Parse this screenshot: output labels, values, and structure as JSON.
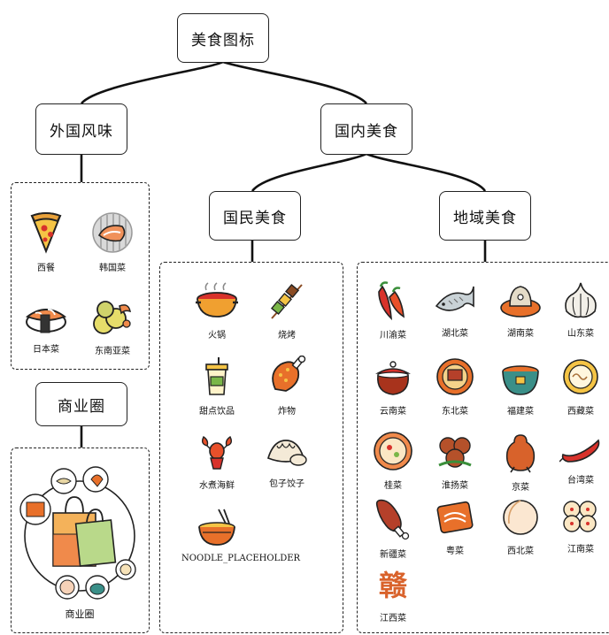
{
  "root": "美食图标",
  "foreign": {
    "title": "外国风味",
    "items": [
      {
        "label": "西餐",
        "icon": "pizza-slice-icon"
      },
      {
        "label": "韩国菜",
        "icon": "korean-bbq-icon"
      },
      {
        "label": "日本菜",
        "icon": "sushi-icon"
      },
      {
        "label": "东南亚菜",
        "icon": "southeast-asian-platter-icon"
      }
    ]
  },
  "business": {
    "title": "商业圈",
    "label": "商业圈",
    "icon": "shopping-bags-icon"
  },
  "domestic": {
    "title": "国内美食",
    "popular": {
      "title": "国民美食",
      "items": [
        {
          "label": "火锅",
          "icon": "hotpot-icon"
        },
        {
          "label": "烧烤",
          "icon": "skewer-icon"
        },
        {
          "label": "甜点饮品",
          "icon": "drink-cup-icon"
        },
        {
          "label": "炸物",
          "icon": "fried-drumstick-icon"
        },
        {
          "label": "水煮海鲜",
          "icon": "lobster-icon"
        },
        {
          "label": "包子饺子",
          "icon": "dumpling-icon"
        },
        {
          "label": "NOODLE_PLACEHOLDER",
          "icon": "noodle-bowl-icon"
        }
      ]
    },
    "regional": {
      "title": "地域美食",
      "items": [
        {
          "label": "川渝菜",
          "icon": "chili-pepper-icon"
        },
        {
          "label": "湖北菜",
          "icon": "fish-icon"
        },
        {
          "label": "湖南菜",
          "icon": "steamed-fish-head-icon"
        },
        {
          "label": "山东菜",
          "icon": "garlic-icon"
        },
        {
          "label": "云南菜",
          "icon": "clay-pot-icon"
        },
        {
          "label": "东北菜",
          "icon": "stew-bowl-icon"
        },
        {
          "label": "福建菜",
          "icon": "buddha-jumps-wall-icon"
        },
        {
          "label": "西藏菜",
          "icon": "tsampa-bowl-icon"
        },
        {
          "label": "桂菜",
          "icon": "rice-noodle-bowl-icon"
        },
        {
          "label": "淮扬菜",
          "icon": "lions-head-meatball-icon"
        },
        {
          "label": "京菜",
          "icon": "roast-duck-icon"
        },
        {
          "label": "台湾菜",
          "icon": "taiwan-sausage-icon"
        },
        {
          "label": "新疆菜",
          "icon": "lamb-leg-icon"
        },
        {
          "label": "粤菜",
          "icon": "cantonese-dish-icon"
        },
        {
          "label": "西北菜",
          "icon": "flatbread-icon"
        },
        {
          "label": "江南菜",
          "icon": "pastries-icon"
        },
        {
          "label": "江西菜",
          "icon": "gan-character-icon",
          "glyph": "赣"
        }
      ]
    }
  },
  "colors": {
    "orange": "#e8702a",
    "red": "#d8322b",
    "yellow": "#f5c445",
    "brown": "#8a4b23",
    "teal": "#3a8f88",
    "green": "#7ab648"
  }
}
